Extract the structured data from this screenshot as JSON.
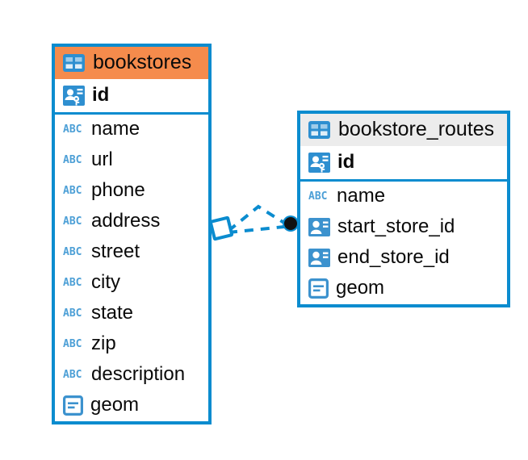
{
  "diagram": {
    "type": "entity-relationship-diagram",
    "background_color": "#FFFFFF",
    "accent_color": "#0B8CCF",
    "header_orange": "#F58B4C",
    "header_gray": "#ECECEC"
  },
  "entities": [
    {
      "name": "bookstores",
      "header_style": "orange",
      "table_icon": "table-icon",
      "fields": [
        {
          "name": "id",
          "type_icon": "primary-key-icon",
          "role": "primary-key"
        },
        {
          "name": "name",
          "type_icon": "abc-text-icon",
          "role": "text"
        },
        {
          "name": "url",
          "type_icon": "abc-text-icon",
          "role": "text"
        },
        {
          "name": "phone",
          "type_icon": "abc-text-icon",
          "role": "text"
        },
        {
          "name": "address",
          "type_icon": "abc-text-icon",
          "role": "text"
        },
        {
          "name": "street",
          "type_icon": "abc-text-icon",
          "role": "text"
        },
        {
          "name": "city",
          "type_icon": "abc-text-icon",
          "role": "text"
        },
        {
          "name": "state",
          "type_icon": "abc-text-icon",
          "role": "text"
        },
        {
          "name": "zip",
          "type_icon": "abc-text-icon",
          "role": "text"
        },
        {
          "name": "description",
          "type_icon": "abc-text-icon",
          "role": "text"
        },
        {
          "name": "geom",
          "type_icon": "geometry-icon",
          "role": "geometry"
        }
      ]
    },
    {
      "name": "bookstore_routes",
      "header_style": "gray",
      "table_icon": "table-icon",
      "fields": [
        {
          "name": "id",
          "type_icon": "primary-key-icon",
          "role": "primary-key"
        },
        {
          "name": "name",
          "type_icon": "abc-text-icon",
          "role": "text"
        },
        {
          "name": "start_store_id",
          "type_icon": "foreign-key-icon",
          "role": "foreign-key"
        },
        {
          "name": "end_store_id",
          "type_icon": "foreign-key-icon",
          "role": "foreign-key"
        },
        {
          "name": "geom",
          "type_icon": "geometry-icon",
          "role": "geometry"
        }
      ]
    }
  ],
  "relationship": {
    "from_entity": "bookstores",
    "to_entity": "bookstore_routes",
    "line_style": "dashed",
    "line_color": "#0B8CCF",
    "source_endpoint_icon": "rotated-square-endpoint-icon",
    "target_endpoint_icon": "filled-circle-endpoint-icon"
  },
  "abc_label": "ABC"
}
